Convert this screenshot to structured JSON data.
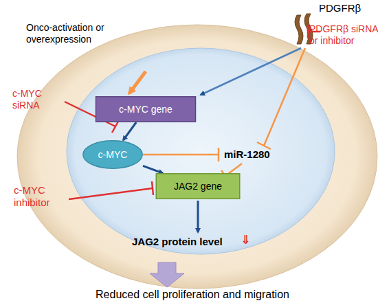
{
  "diagram": {
    "nodes": [
      {
        "text": [
          "c-MYC gene"
        ]
      },
      {
        "text": [
          "c-MYC"
        ]
      },
      {
        "text": [
          "JAG2 gene"
        ]
      }
    ],
    "edges": [
      {
        "from": 0,
        "to": 1,
        "arrow": "to"
      },
      {
        "from": 1,
        "to": 2,
        "arrow": "to"
      }
    ],
    "labels": [
      "PDGFRβ",
      "PDGFRβ siRNA or inhibitor",
      "Onco-activation or overexpression",
      "c-MYC siRNA",
      "miR-1280",
      "c-MYC inhibitor",
      "JAG2 protein level",
      "⇓",
      "Reduced cell proliferation and migration"
    ]
  }
}
